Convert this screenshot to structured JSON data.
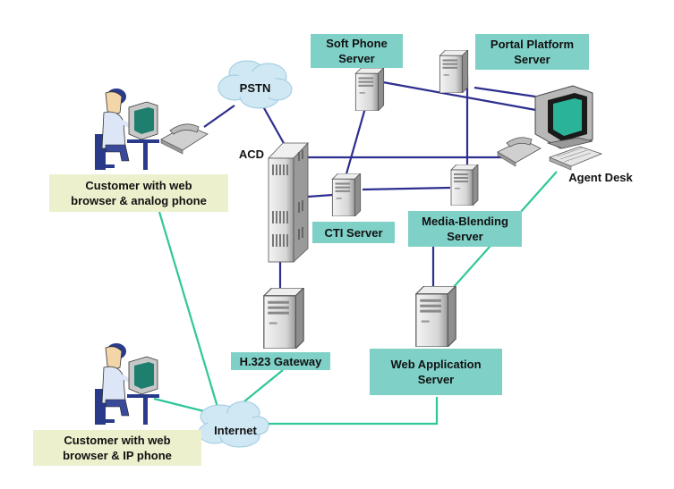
{
  "colors": {
    "teal_box": "#7fd1c8",
    "beige_box": "#ecf0cc",
    "blue_link": "#2e2e8f",
    "green_link": "#2fc79a",
    "cloud": "#cfe8f4",
    "server": "#dcdcdc"
  },
  "labels": {
    "pstn": "PSTN",
    "internet": "Internet",
    "acd": "ACD",
    "soft_phone_server": "Soft Phone\nServer",
    "portal_platform_server": "Portal Platform\nServer",
    "agent_desk": "Agent Desk",
    "cti_server": "CTI Server",
    "media_blending_server": "Media-Blending\nServer",
    "h323_gateway": "H.323 Gateway",
    "web_application_server": "Web Application\nServer",
    "customer_analog": "Customer with web\nbrowser & analog phone",
    "customer_ip": "Customer with web\nbrowser & IP phone"
  },
  "icons": [
    "person-at-computer-icon",
    "telephone-icon",
    "server-tower-icon",
    "acd-switch-icon",
    "cloud-icon",
    "monitor-icon",
    "keyboard-icon"
  ]
}
